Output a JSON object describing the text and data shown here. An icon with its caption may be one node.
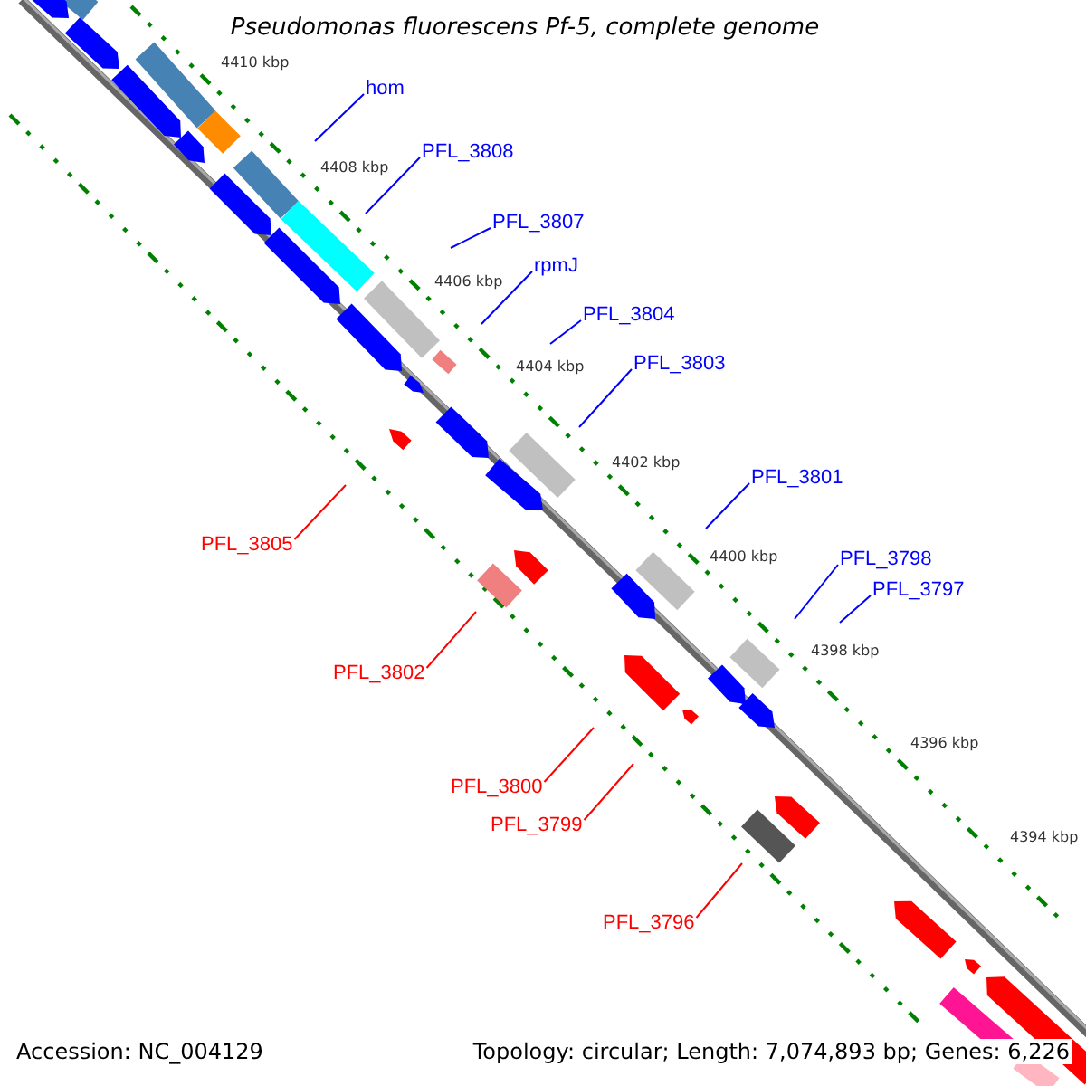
{
  "diagram": {
    "title": "Pseudomonas fluorescens Pf-5, complete genome",
    "nodes": [
      {
        "text": [
          "hom"
        ]
      },
      {
        "text": [
          "PFL_3808"
        ]
      },
      {
        "text": [
          "PFL_3807"
        ]
      },
      {
        "text": [
          "rpmJ"
        ]
      },
      {
        "text": [
          "PFL_3804"
        ]
      },
      {
        "text": [
          "PFL_3803"
        ]
      },
      {
        "text": [
          "PFL_3801"
        ]
      },
      {
        "text": [
          "PFL_3805"
        ]
      },
      {
        "text": [
          "PFL_3798"
        ]
      },
      {
        "text": [
          "PFL_3797"
        ]
      },
      {
        "text": [
          "PFL_3802"
        ]
      },
      {
        "text": [
          "PFL_3800"
        ]
      },
      {
        "text": [
          "PFL_3799"
        ]
      },
      {
        "text": [
          "PFL_3796"
        ]
      }
    ],
    "edges": [
      {
        "from": 0,
        "to": null,
        "arrow": "none"
      },
      {
        "from": 1,
        "to": null,
        "arrow": "none"
      },
      {
        "from": 2,
        "to": null,
        "arrow": "none"
      },
      {
        "from": 3,
        "to": null,
        "arrow": "none"
      },
      {
        "from": 4,
        "to": null,
        "arrow": "none"
      },
      {
        "from": 5,
        "to": null,
        "arrow": "none"
      },
      {
        "from": 6,
        "to": null,
        "arrow": "none"
      },
      {
        "from": 7,
        "to": null,
        "arrow": "none",
        "color": "#ff0000"
      },
      {
        "from": 8,
        "to": null,
        "arrow": "none"
      },
      {
        "from": 9,
        "to": null,
        "arrow": "none"
      },
      {
        "from": 10,
        "to": null,
        "arrow": "none",
        "color": "#ff0000"
      },
      {
        "from": 11,
        "to": null,
        "arrow": "none",
        "color": "#ff0000"
      },
      {
        "from": 12,
        "to": null,
        "arrow": "none",
        "color": "#ff0000"
      },
      {
        "from": 13,
        "to": null,
        "arrow": "none",
        "color": "#ff0000"
      }
    ],
    "labels": [
      "4410 kbp",
      "4408 kbp",
      "4406 kbp",
      "4404 kbp",
      "4402 kbp",
      "4400 kbp",
      "4398 kbp",
      "4396 kbp",
      "4394 kbp",
      "Accession: NC_004129",
      "Topology: circular; Length: 7,074,893 bp; Genes: 6,226"
    ]
  }
}
